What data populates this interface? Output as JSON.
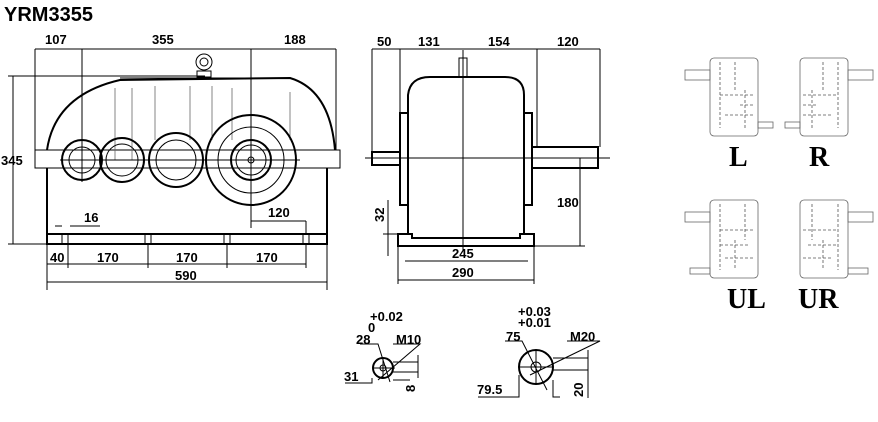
{
  "title": "YRM3355",
  "front_view": {
    "dims_top": [
      "107",
      "355",
      "188"
    ],
    "height": "345",
    "slot_width": "16",
    "output_offset": "120",
    "bolt_spacing": [
      "40",
      "170",
      "170",
      "170"
    ],
    "total_length": "590"
  },
  "side_view": {
    "dims_top": [
      "50",
      "131",
      "154",
      "120"
    ],
    "base_height": "32",
    "shaft_height": "180",
    "bolt_width": "245",
    "total_width": "290"
  },
  "input_shaft": {
    "tol_upper": "+0.02",
    "tol_lower": "0",
    "diameter": "28",
    "thread": "M10",
    "key_height": "31",
    "key_width": "8"
  },
  "output_shaft": {
    "tol_upper": "+0.03",
    "tol_lower": "+0.01",
    "diameter": "75",
    "thread": "M20",
    "key_height": "79.5",
    "key_width": "20"
  },
  "mounting": {
    "labels": [
      "L",
      "R",
      "UL",
      "UR"
    ]
  }
}
